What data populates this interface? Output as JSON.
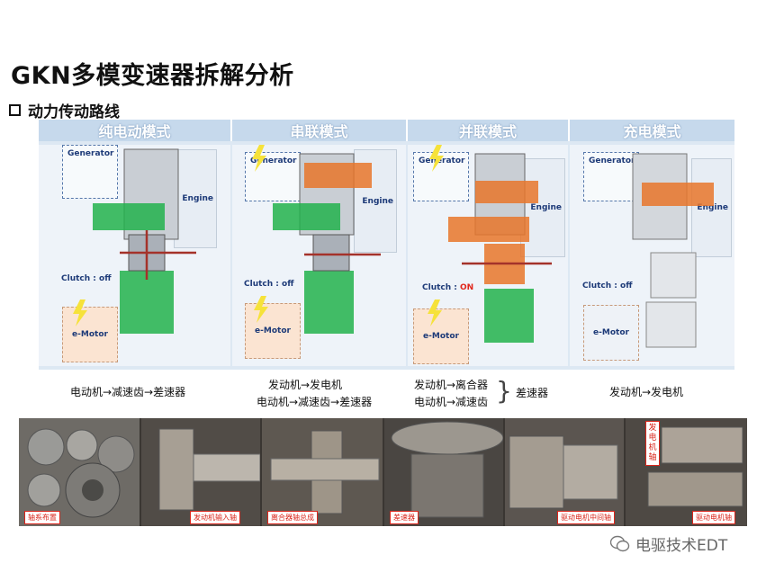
{
  "title": "GKN多模变速器拆解分析",
  "subtitle": "动力传动路线",
  "modes": [
    {
      "header": "纯电动模式",
      "generator": "Generator",
      "engine": "Engine",
      "clutch_label": "Clutch : ",
      "clutch_state": "off",
      "emotor": "e-Motor",
      "desc": [
        "电动机→减速齿→差速器"
      ]
    },
    {
      "header": "串联模式",
      "generator": "Generator",
      "engine": "Engine",
      "clutch_label": "Clutch : ",
      "clutch_state": "off",
      "emotor": "e-Motor",
      "desc": [
        "发动机→发电机",
        "电动机→减速齿→差速器"
      ]
    },
    {
      "header": "并联模式",
      "generator": "Generator",
      "engine": "Engine",
      "clutch_label": "Clutch : ",
      "clutch_state": "ON",
      "emotor": "e-Motor",
      "desc": [
        "发动机→离合器",
        "电动机→减速齿"
      ],
      "desc_join": "差速器"
    },
    {
      "header": "充电模式",
      "generator": "Generator",
      "engine": "Engine",
      "clutch_label": "Clutch : ",
      "clutch_state": "off",
      "emotor": "e-Motor",
      "desc": [
        "发动机→发电机"
      ]
    }
  ],
  "photos": [
    {
      "tag": "轴系布置"
    },
    {
      "tag": "发动机输入轴"
    },
    {
      "tag": "离合器轴总成"
    },
    {
      "tag": "差速器"
    },
    {
      "tag": "驱动电机中间轴"
    },
    {
      "tag": "驱动电机轴",
      "vtag": "发电机轴"
    }
  ],
  "watermark": "电驱技术EDT",
  "colors": {
    "green": "#22b24c",
    "orange": "#e8762a",
    "header": "#c6d9ec",
    "tag": "#d9261c"
  }
}
